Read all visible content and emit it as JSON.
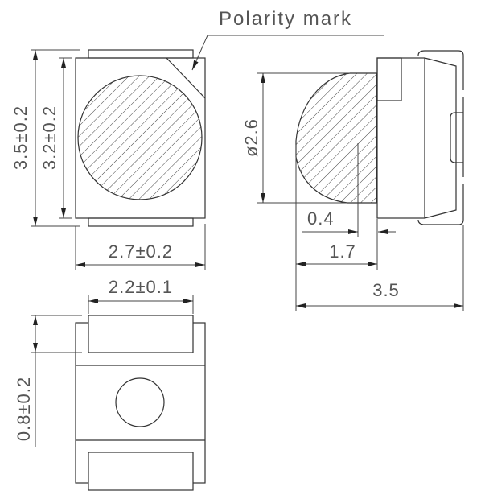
{
  "callout": {
    "polarity_mark": "Polarity mark"
  },
  "top_view": {
    "height_outer": "3.5±0.2",
    "height_body": "3.2±0.2",
    "width": "2.7±0.2"
  },
  "side_view": {
    "lens_diameter": "ø2.6",
    "offset": "0.4",
    "lens_depth": "1.7",
    "total_length": "3.5"
  },
  "bottom_view": {
    "pad_width": "2.2±0.1",
    "pad_height": "0.8±0.2"
  },
  "colors": {
    "line": "#333333",
    "text": "#555555"
  }
}
